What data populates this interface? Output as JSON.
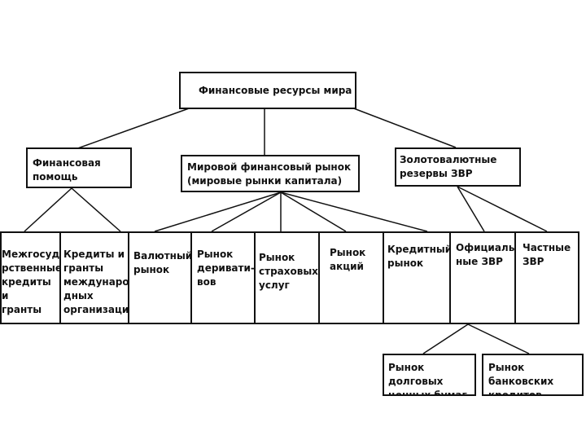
{
  "root": "Финансовые ресурсы мира",
  "level1": {
    "aid": "Финансовая помощь",
    "market": "Мировой финансовый рынок\n(мировые рынки капитала)",
    "reserves": "Золотовалютные\nрезервы ЗВР"
  },
  "level2": [
    "Межгосуда-\nрственные\nкредиты и\nгранты",
    "Кредиты и\nгранты\nмеждунаро-\nдных\nорганизаций",
    "Валютный\nрынок",
    "Рынок\nдеривати-\nвов",
    "Рынок\nстраховых\nуслуг",
    "Рынок\nакций",
    "Кредитный\nрынок",
    "Официаль-\nные ЗВР",
    "Частные\nЗВР"
  ],
  "level3": {
    "debt": "Рынок долговых\nценных бумаг",
    "bank": "Рынок банковских\nкредитов"
  }
}
